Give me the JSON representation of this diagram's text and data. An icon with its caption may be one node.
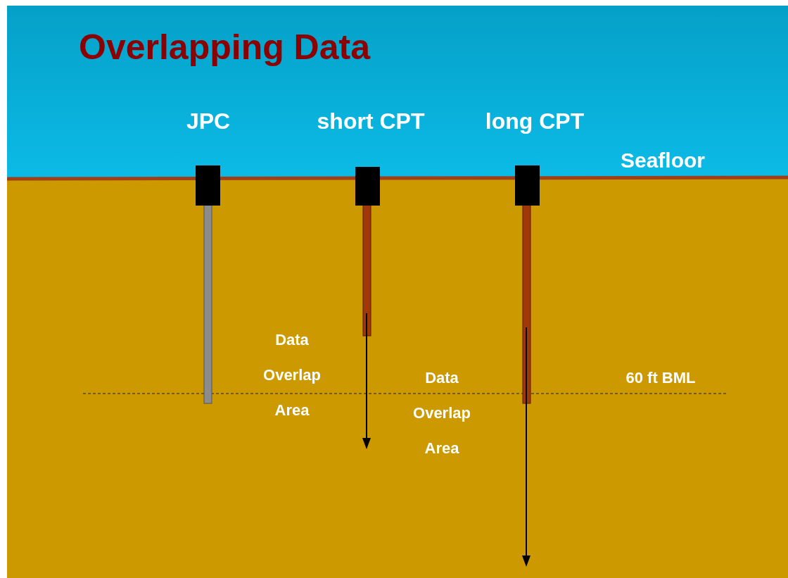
{
  "diagram": {
    "title": "Overlapping Data",
    "labels": [
      "JPC",
      "short CPT",
      "long CPT",
      "Seafloor",
      "Data Overlap Area",
      "Data Overlap Area",
      "60 ft BML"
    ]
  }
}
